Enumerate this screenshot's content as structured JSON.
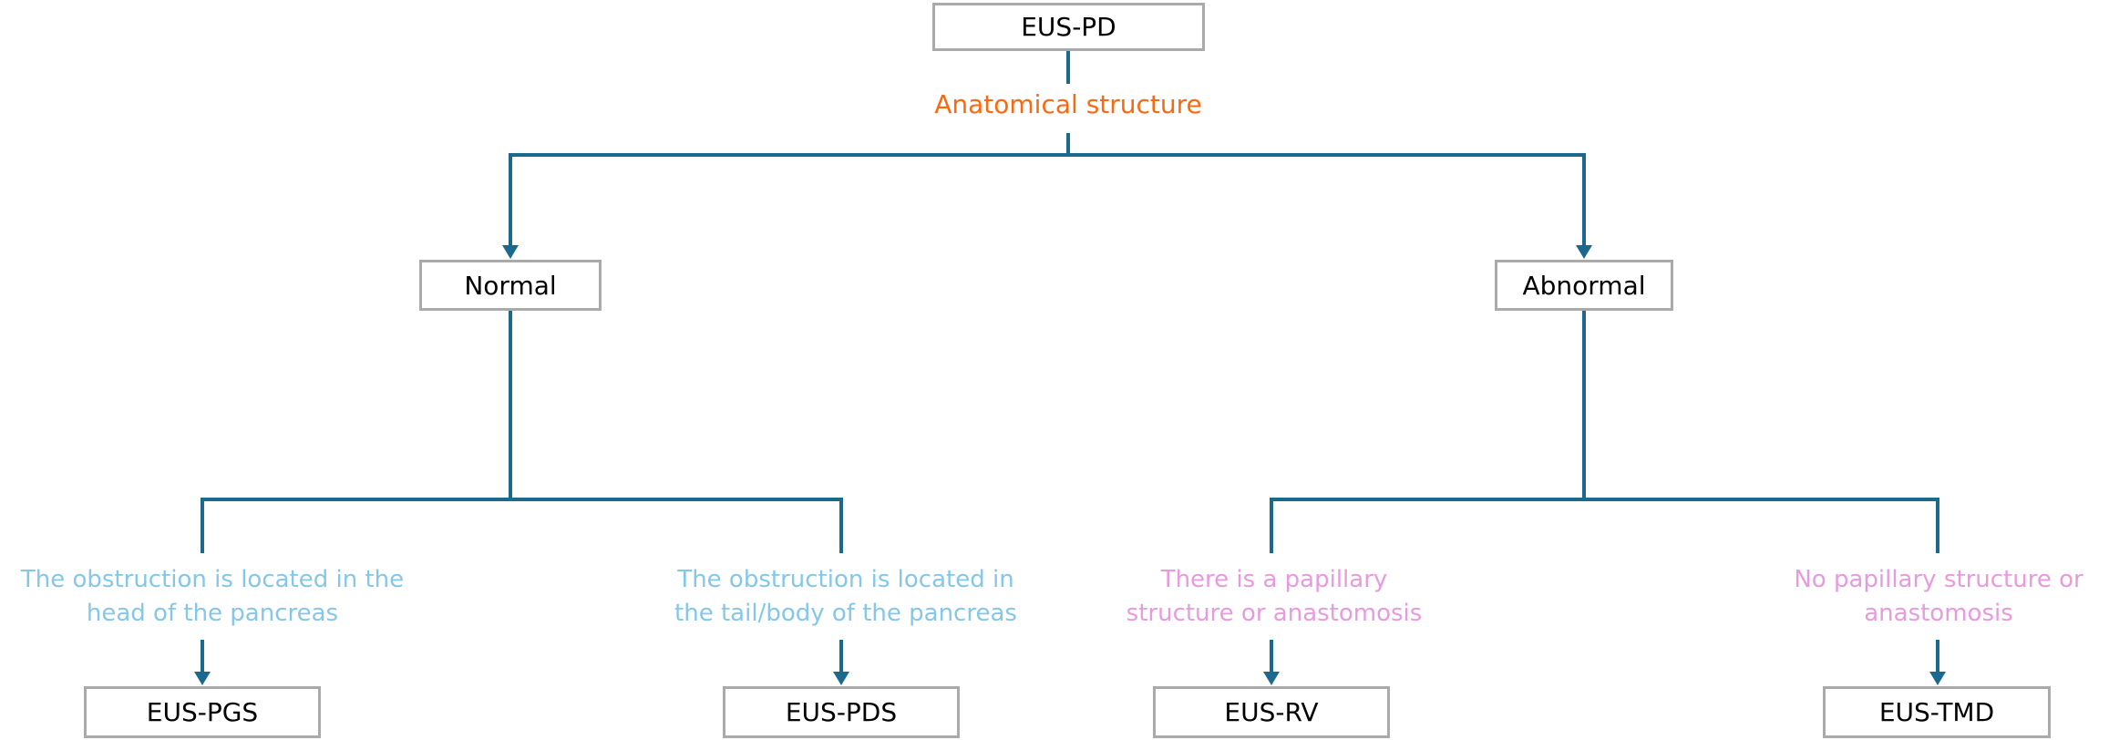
{
  "flowchart": {
    "root": {
      "label": "EUS-PD"
    },
    "root_branch_label": {
      "text": "Anatomical structure"
    },
    "level1": [
      {
        "label": "Normal"
      },
      {
        "label": "Abnormal"
      }
    ],
    "edge_labels": {
      "head": {
        "line1": "The obstruction is located in the",
        "line2": "head of the pancreas"
      },
      "tail_body": {
        "line1": "The obstruction is located in",
        "line2": "the tail/body of the pancreas"
      },
      "papillary_yes": {
        "line1": "There is a papillary",
        "line2": "structure or anastomosis"
      },
      "papillary_no": {
        "line1": "No papillary structure or",
        "line2": "anastomosis"
      }
    },
    "leaves": [
      {
        "label": "EUS-PGS"
      },
      {
        "label": "EUS-PDS"
      },
      {
        "label": "EUS-RV"
      },
      {
        "label": "EUS-TMD"
      }
    ],
    "colors": {
      "connector": "#1B6A8D",
      "node_border": "#AAAAAA",
      "node_text": "#000000",
      "anatomical_label": "#F9690F",
      "normal_branch_label": "#84C7E9",
      "abnormal_branch_label": "#E89ADF"
    }
  }
}
